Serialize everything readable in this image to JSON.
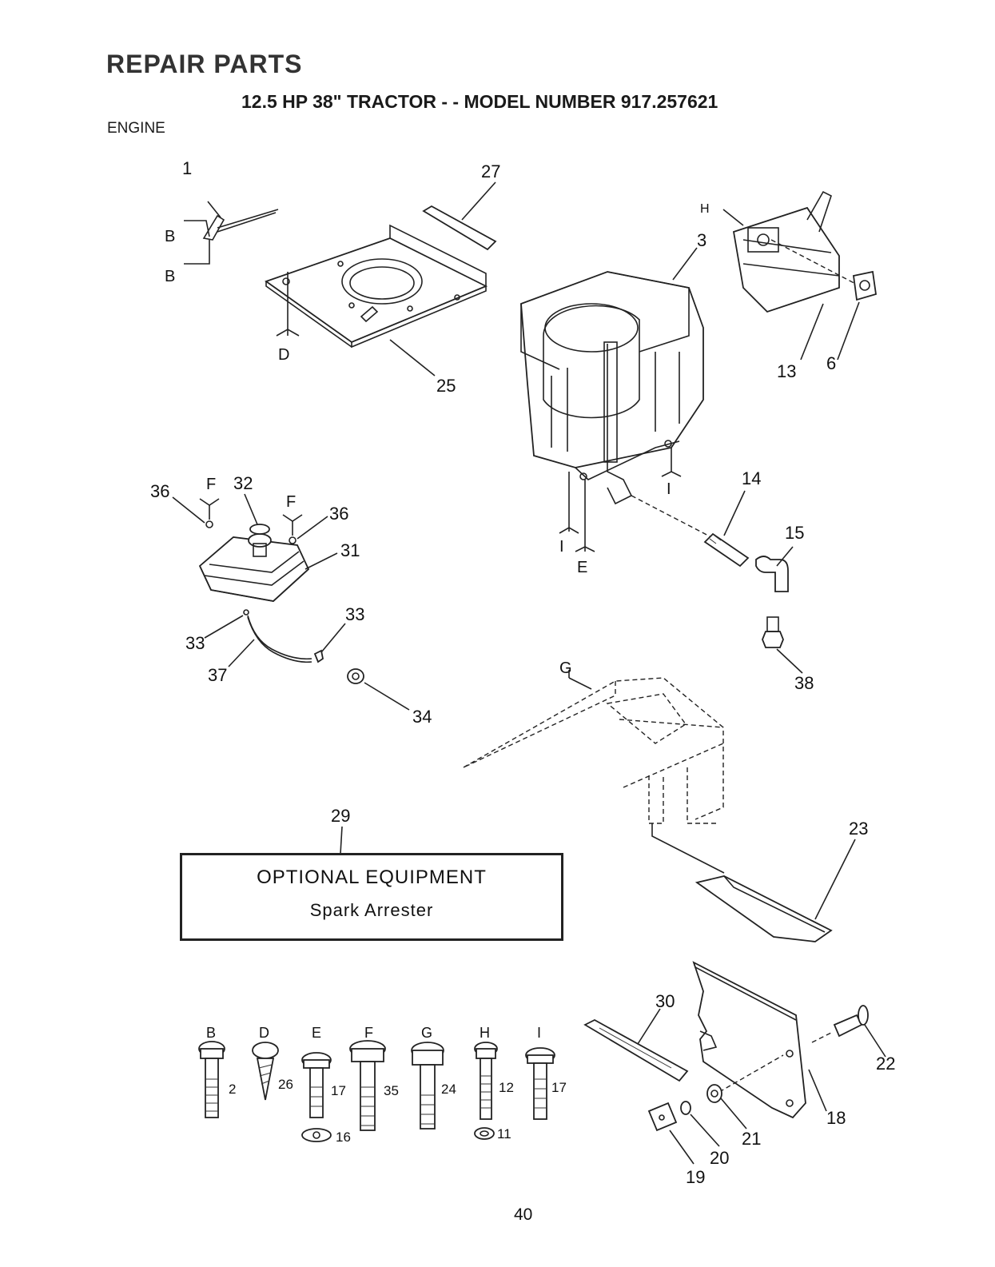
{
  "header": {
    "title": "REPAIR PARTS",
    "subtitle": "12.5 HP 38\" TRACTOR - - MODEL NUMBER 917.257621",
    "section": "ENGINE"
  },
  "callouts": {
    "p1": "1",
    "p27": "27",
    "p3": "3",
    "p13": "13",
    "p6": "6",
    "p25": "25",
    "p14": "14",
    "p15": "15",
    "p36a": "36",
    "p36b": "36",
    "p32": "32",
    "p31": "31",
    "p33a": "33",
    "p33b": "33",
    "p37": "37",
    "p34": "34",
    "p38": "38",
    "p29": "29",
    "p23": "23",
    "p30": "30",
    "p22": "22",
    "p18": "18",
    "p21": "21",
    "p20": "20",
    "p19": "19",
    "p2": "2",
    "p26": "26",
    "p17a": "17",
    "p35": "35",
    "p24": "24",
    "p12": "12",
    "p17b": "17",
    "p16": "16",
    "p11": "11"
  },
  "reference_letters": {
    "B1": "B",
    "B2": "B",
    "D": "D",
    "H": "H",
    "F1": "F",
    "F2": "F",
    "I1": "I",
    "I2": "I",
    "E": "E",
    "G": "G"
  },
  "hardware_row_letters": [
    "B",
    "D",
    "E",
    "F",
    "G",
    "H",
    "I"
  ],
  "optional_equipment": {
    "heading": "OPTIONAL EQUIPMENT",
    "item": "Spark Arrester"
  },
  "page_number": "40"
}
